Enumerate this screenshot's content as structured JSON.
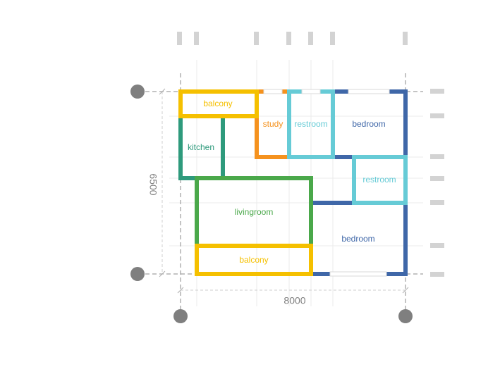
{
  "plan": {
    "width_dimension": "8000",
    "height_dimension": "6500",
    "rooms": [
      {
        "name": "balcony",
        "color": "#f5c000"
      },
      {
        "name": "study",
        "color": "#f5921e"
      },
      {
        "name": "restroom",
        "color": "#66cbd6"
      },
      {
        "name": "bedroom",
        "color": "#3f67a8"
      },
      {
        "name": "kitchen",
        "color": "#2e9a7c"
      },
      {
        "name": "restroom",
        "color": "#66cbd6"
      },
      {
        "name": "livingroom",
        "color": "#4aa84a"
      },
      {
        "name": "bedroom",
        "color": "#3f67a8"
      },
      {
        "name": "balcony",
        "color": "#f5c000"
      }
    ],
    "colors": {
      "grid": "#e8e8e8",
      "ruler_tick": "#d3d3d3",
      "axis_marker": "#7f7f7f",
      "guide_line": "#808080",
      "window_pane": "#d9d9d9"
    }
  }
}
